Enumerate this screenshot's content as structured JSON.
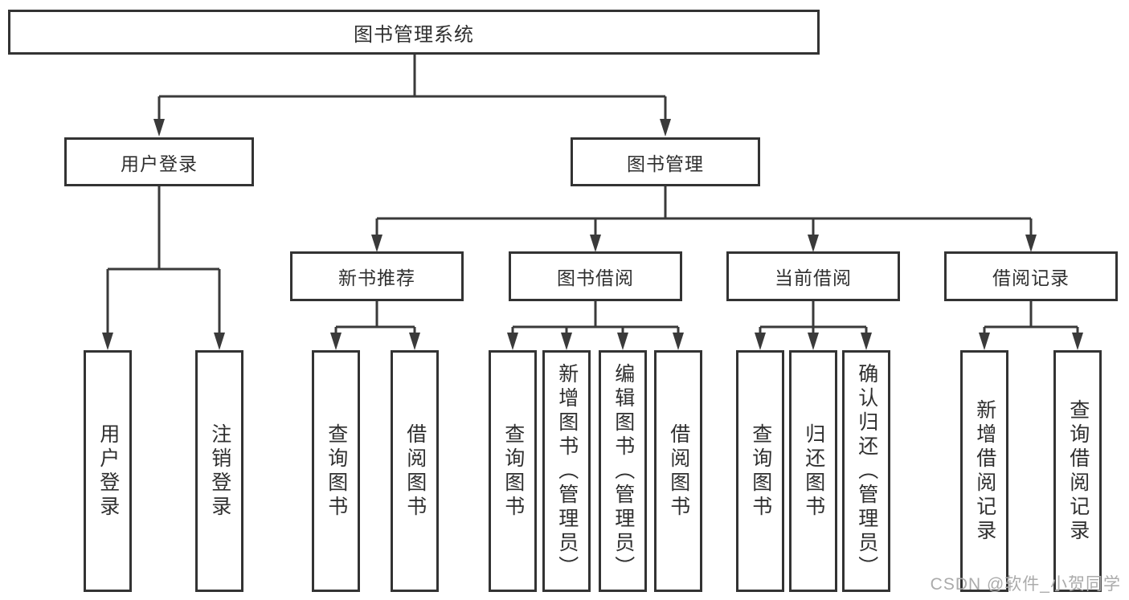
{
  "root": {
    "label": "图书管理系统"
  },
  "level2": {
    "user_login": {
      "label": "用户登录"
    },
    "book_management": {
      "label": "图书管理"
    }
  },
  "level3": {
    "new_book_recommend": {
      "label": "新书推荐",
      "parent": "图书管理"
    },
    "book_borrowing": {
      "label": "图书借阅",
      "parent": "图书管理"
    },
    "current_borrowing": {
      "label": "当前借阅",
      "parent": "图书管理"
    },
    "borrowing_records": {
      "label": "借阅记录",
      "parent": "图书管理"
    }
  },
  "leaves": {
    "user_login": {
      "label": "用户登录",
      "parent": "用户登录"
    },
    "logout": {
      "label": "注销登录",
      "parent": "用户登录"
    },
    "recommend_query_books": {
      "label": "查询图书",
      "parent": "新书推荐"
    },
    "recommend_borrow_books": {
      "label": "借阅图书",
      "parent": "新书推荐"
    },
    "borrowing_query_books": {
      "label": "查询图书",
      "parent": "图书借阅"
    },
    "borrowing_add_book_admin": {
      "label": "新增图书（管理员）",
      "parent": "图书借阅"
    },
    "borrowing_edit_book_admin": {
      "label": "编辑图书（管理员）",
      "parent": "图书借阅"
    },
    "borrowing_borrow_books": {
      "label": "借阅图书",
      "parent": "图书借阅"
    },
    "current_query_books": {
      "label": "查询图书",
      "parent": "当前借阅"
    },
    "current_return_books": {
      "label": "归还图书",
      "parent": "当前借阅"
    },
    "current_confirm_return_admin": {
      "label": "确认归还（管理员）",
      "parent": "当前借阅"
    },
    "records_add_record": {
      "label": "新增借阅记录",
      "parent": "借阅记录"
    },
    "records_query_record": {
      "label": "查询借阅记录",
      "parent": "借阅记录"
    }
  },
  "watermark": {
    "text": "CSDN @软件_小贺同学"
  },
  "colors": {
    "line": "#3a3a3a",
    "box_border": "#333333",
    "text": "#2f2f2f",
    "watermark": "#ababab",
    "background": "#ffffff"
  }
}
